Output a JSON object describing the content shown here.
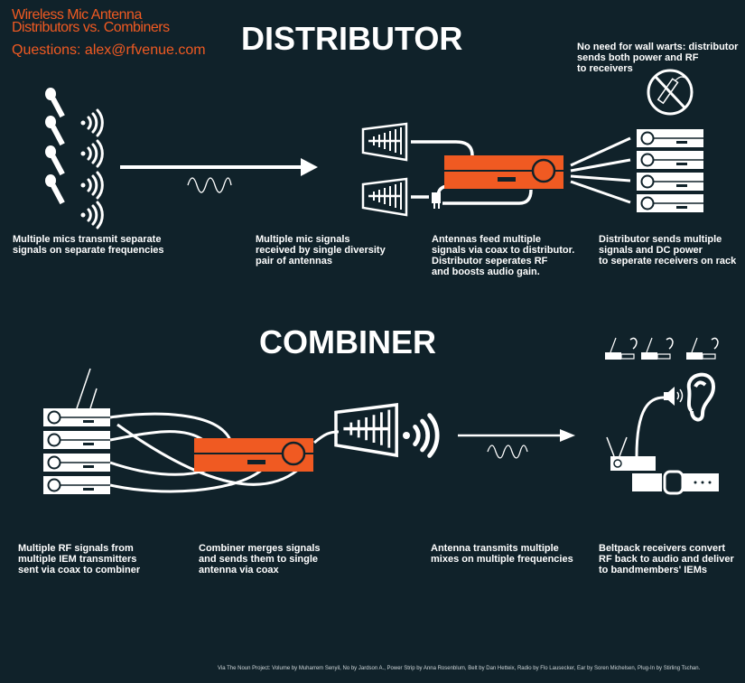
{
  "header": {
    "title_line1": "Wireless Mic Antenna",
    "title_line2": "Distributors vs. Combiners",
    "questions": "Questions: alex@rfvenue.com"
  },
  "colors": {
    "background": "#10222a",
    "accent": "#f05a22",
    "foreground": "#ffffff"
  },
  "distributor": {
    "title": "DISTRIBUTOR",
    "note": "No need for wall warts: distributor\nsends both power and RF\nto receivers",
    "captions": [
      "Multiple mics transmit separate\nsignals on separate frequencies",
      "Multiple mic signals\nreceived by single diversity\npair of antennas",
      "Antennas feed multiple\nsignals via coax to distributor.\nDistributor seperates RF\nand boosts audio gain.",
      "Distributor sends multiple\nsignals and DC power\nto seperate receivers on rack"
    ],
    "icons": [
      "microphone-icon",
      "wireless-signal-icon",
      "arrow-right-icon",
      "sine-wave-icon",
      "antenna-icon",
      "power-plug-icon",
      "distributor-icon",
      "receiver-rack-icon",
      "no-power-strip-icon"
    ]
  },
  "combiner": {
    "title": "COMBINER",
    "captions": [
      "Multiple RF signals from\nmultiple IEM transmitters\nsent via coax to combiner",
      "Combiner merges signals\nand sends them to single\nantenna via coax",
      "Antenna transmits multiple\nmixes on multiple frequencies",
      "Beltpack receivers convert\nRF back to audio and deliver\nto bandmembers' IEMs"
    ],
    "icons": [
      "transmitter-rack-icon",
      "combiner-icon",
      "antenna-icon",
      "wireless-signal-icon",
      "arrow-right-icon",
      "sine-wave-icon",
      "volume-icon",
      "ear-icon",
      "radio-icon",
      "belt-icon"
    ]
  },
  "credits": "Via The Noun Project: Volume by Muharrem Senyil, No by Jardson A., Power Strip by Anna Rosenblum, Belt by Dan Hetteix, Radio by Flo Lausecker, Ear by Soren Michelsen, Plug-In by Stirling Tschan."
}
